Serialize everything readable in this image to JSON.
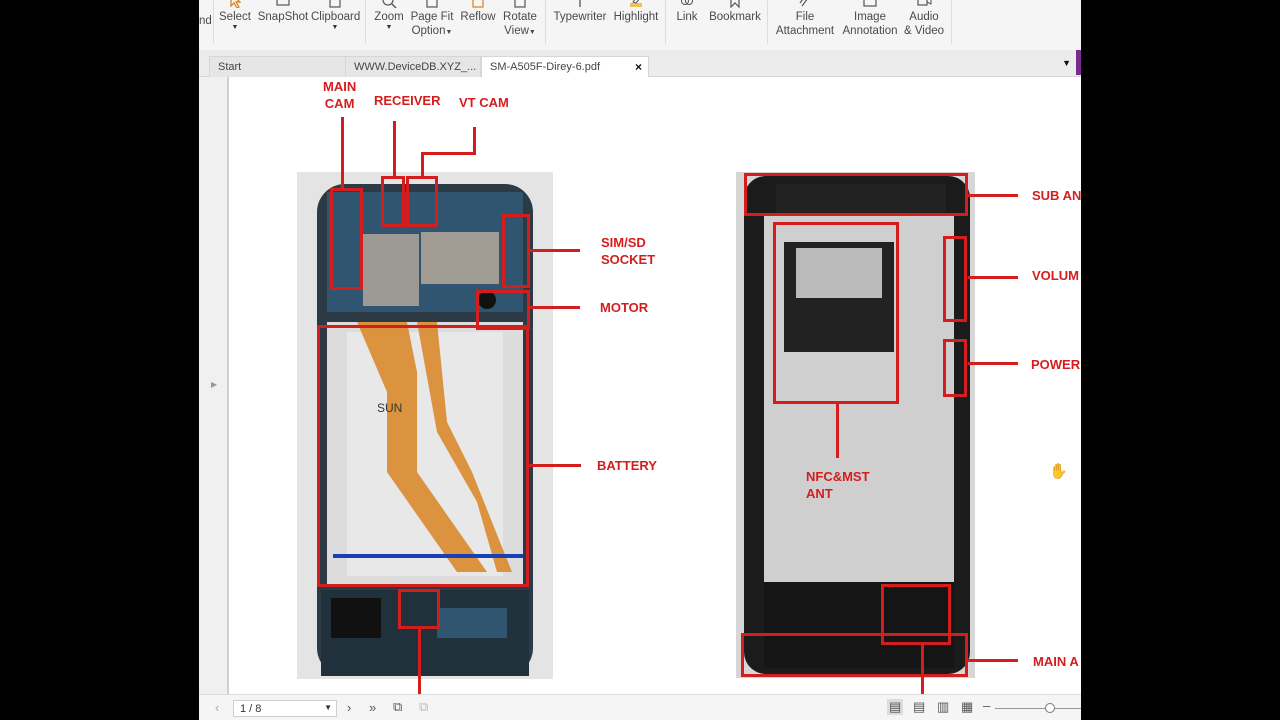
{
  "toolbar": {
    "items": [
      {
        "label": "nd",
        "icon": "hand-icon"
      },
      {
        "label": "Select",
        "icon": "select-cursor-icon"
      },
      {
        "label": "SnapShot",
        "icon": "camera-icon"
      },
      {
        "label": "Clipboard",
        "icon": "clipboard-icon"
      },
      {
        "label": "Zoom",
        "icon": "zoom-icon"
      },
      {
        "label": "Page Fit\nOption",
        "icon": "page-fit-icon"
      },
      {
        "label": "Reflow",
        "icon": "reflow-icon"
      },
      {
        "label": "Rotate\nView",
        "icon": "rotate-icon"
      },
      {
        "label": "Typewriter",
        "icon": "typewriter-icon"
      },
      {
        "label": "Highlight",
        "icon": "highlight-icon"
      },
      {
        "label": "Link",
        "icon": "link-icon"
      },
      {
        "label": "Bookmark",
        "icon": "bookmark-icon"
      },
      {
        "label": "File\nAttachment",
        "icon": "paperclip-icon"
      },
      {
        "label": "Image\nAnnotation",
        "icon": "image-icon"
      },
      {
        "label": "Audio\n& Video",
        "icon": "video-icon"
      }
    ]
  },
  "tabs": [
    {
      "label": "Start"
    },
    {
      "label": "WWW.DeviceDB.XYZ_..."
    },
    {
      "label": "SM-A505F-Direy-6.pdf",
      "close": "×"
    }
  ],
  "document": {
    "left_labels": {
      "main_cam": "MAIN\nCAM",
      "receiver": "RECEIVER",
      "vt_cam": "VT CAM",
      "sim_sd": "SIM/SD\nSOCKET",
      "motor": "MOTOR",
      "battery": "BATTERY"
    },
    "right_labels": {
      "sub_ant": "SUB AN",
      "volume": "VOLUM",
      "power": "POWER",
      "nfc": "NFC&MST\nANT",
      "main_ant": "MAIN A"
    }
  },
  "bottombar": {
    "page": "1 / 8"
  },
  "colors": {
    "annotation_red": "#d41e1e",
    "tab_accent": "#7a2c8e"
  }
}
